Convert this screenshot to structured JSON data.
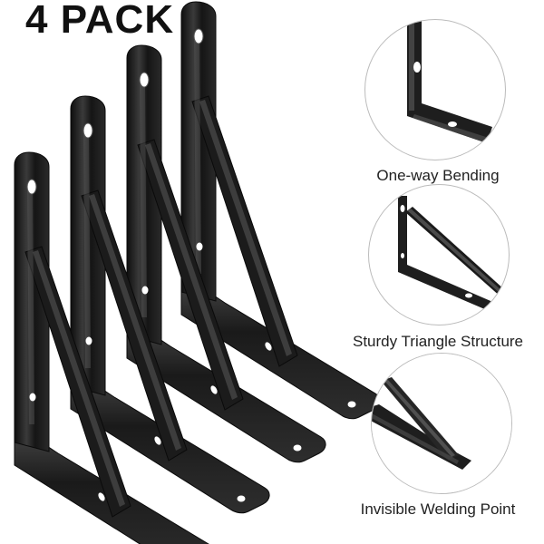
{
  "title": "4 PACK",
  "features": [
    {
      "label": "One-way Bending",
      "icon": "bend-detail-icon"
    },
    {
      "label": "Sturdy Triangle Structure",
      "icon": "triangle-detail-icon"
    },
    {
      "label": "Invisible Welding Point",
      "icon": "weld-detail-icon"
    }
  ],
  "colors": {
    "metal": "#1c1c1c",
    "highlight": "#6b6b6b",
    "background": "#ffffff"
  }
}
